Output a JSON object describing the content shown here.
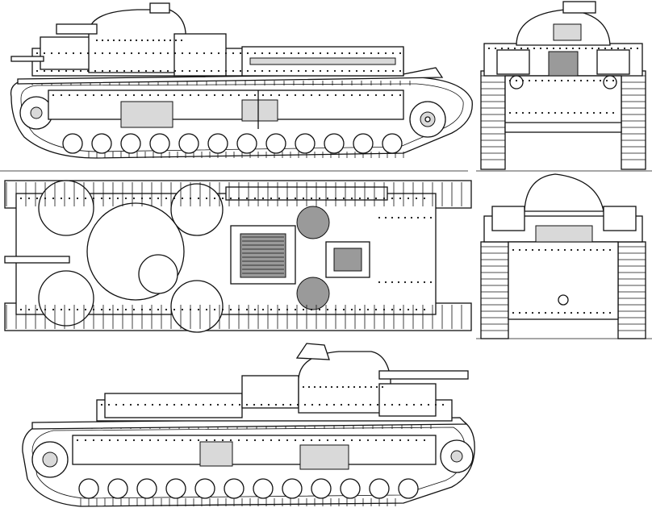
{
  "drawing": {
    "views": [
      {
        "id": "left-side-view"
      },
      {
        "id": "front-view"
      },
      {
        "id": "top-view"
      },
      {
        "id": "rear-view"
      },
      {
        "id": "right-side-view"
      }
    ],
    "colors": {
      "ink": "#111111",
      "paper": "#ffffff",
      "shade": "#d9d9d9",
      "dark": "#9a9a9a"
    }
  }
}
